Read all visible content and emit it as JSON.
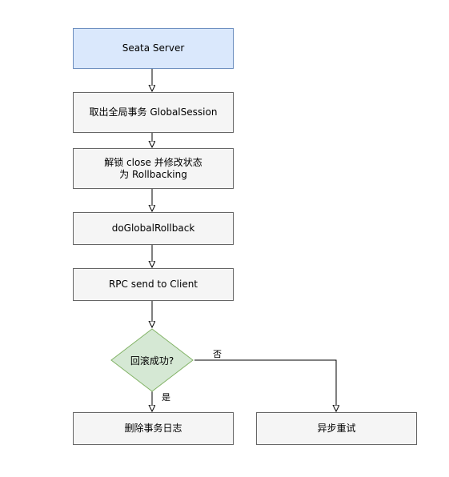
{
  "nodes": {
    "server": {
      "label": "Seata Server"
    },
    "acquire": {
      "label": "取出全局事务 GlobalSession"
    },
    "unlock": {
      "line1": "解锁 close 并修改状态",
      "line2": "为 Rollbacking"
    },
    "rollback": {
      "label": "doGlobalRollback"
    },
    "rpc": {
      "label": "RPC send to Client"
    },
    "decision": {
      "label": "回滚成功?"
    },
    "delete": {
      "label": "删除事务日志"
    },
    "retry": {
      "label": "异步重试"
    }
  },
  "edges": {
    "yes_label": "是",
    "no_label": "否"
  },
  "colors": {
    "server_fill": "#dae8fc",
    "server_stroke": "#6c8ebf",
    "node_fill": "#f5f5f5",
    "node_stroke": "#666666",
    "decision_fill": "#d5e8d4",
    "decision_stroke": "#82b366",
    "edge": "#000000"
  }
}
